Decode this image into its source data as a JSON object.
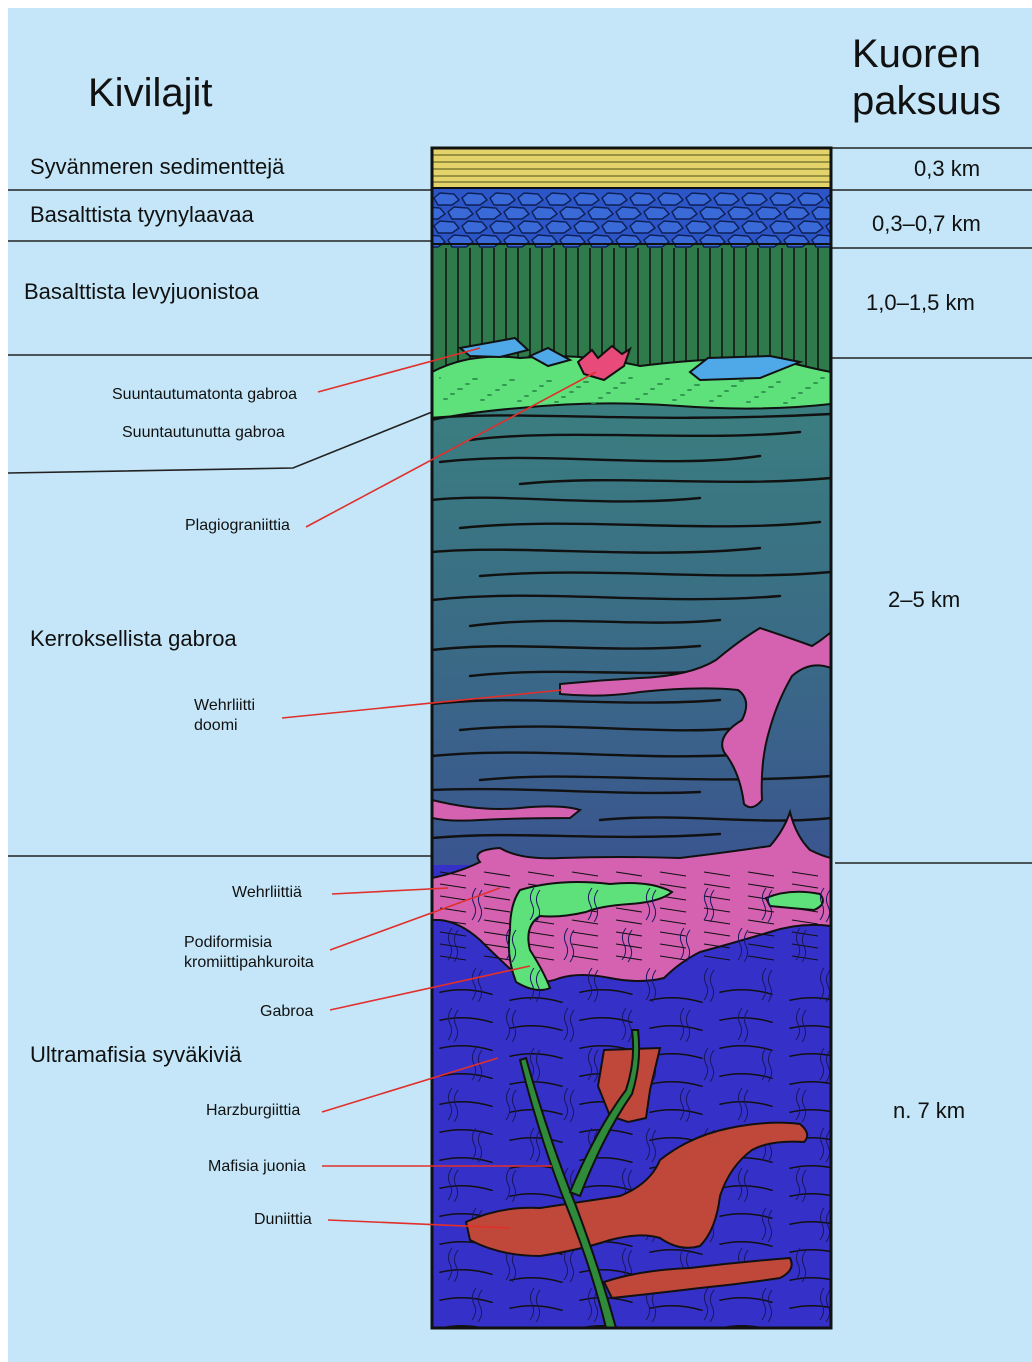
{
  "header": {
    "left_title": "Kivilajit",
    "right_title_line1": "Kuoren",
    "right_title_line2": "paksuus"
  },
  "layers": [
    {
      "name": "Syvänmeren sedimenttejä",
      "thickness": "0,3 km"
    },
    {
      "name": "Basalttista tyynylaavaa",
      "thickness": "0,3–0,7 km"
    },
    {
      "name": "Basalttista levyjuonistoa",
      "thickness": "1,0–1,5 km"
    },
    {
      "name": "Kerroksellista gabroa",
      "thickness": "2–5 km"
    },
    {
      "name": "Ultramafisia syväkiviä",
      "thickness": "n. 7 km"
    }
  ],
  "annotations": {
    "suuntautumatonta": "Suuntautumatonta gabroa",
    "suuntautunutta": "Suuntautunutta gabroa",
    "plagiograniittia": "Plagiograniittia",
    "wehrliitti_line1": "Wehrliitti",
    "wehrliitti_line2": "doomi",
    "wehrliittia": "Wehrliittiä",
    "podiformisia_line1": "Podiformisia",
    "podiformisia_line2": "kromiittipahkuroita",
    "gabroa": "Gabroa",
    "harzburgiittia": "Harzburgiittia",
    "mafisia": "Mafisia juonia",
    "duniittia": "Duniittia"
  },
  "colors": {
    "background": "#c4e6f8",
    "sediment": "#e3d36a",
    "pillow_lava": "#2c55c8",
    "sheeted_dikes": "#2f7a4a",
    "gabbro_light": "#5ee07a",
    "layered_gabbro": "#35707e",
    "wehrlite": "#d462b0",
    "ultramafic": "#3530c8",
    "dunite": "#c0483a",
    "mafic_dike": "#2f8a3a",
    "leader": "#e0302c"
  }
}
